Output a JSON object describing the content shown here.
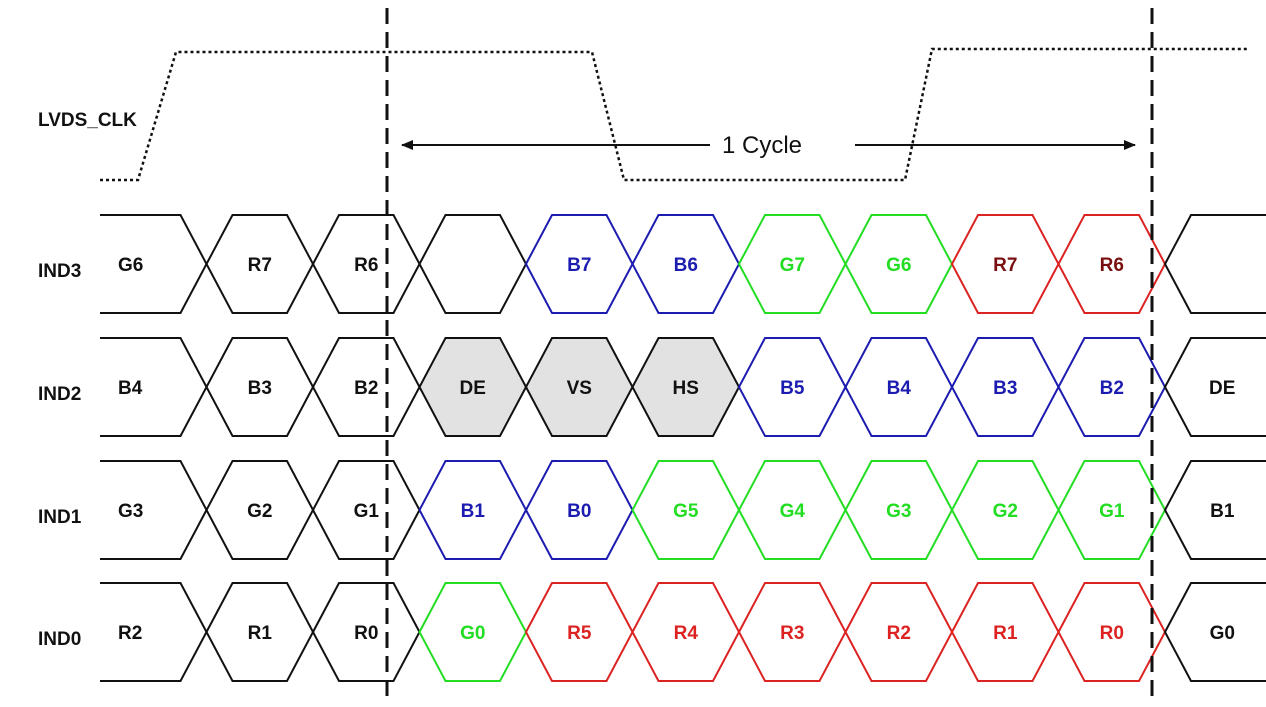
{
  "diagram": {
    "clock_label": "LVDS_CLK",
    "cycle_label": "1 Cycle",
    "colors": {
      "black": "#111111",
      "blue": "#1c1cb0",
      "green": "#22dd22",
      "red": "#dd2222",
      "dark_red": "#7a0f0f",
      "shaded_fill": "#e2e2e2"
    },
    "lanes": [
      {
        "name": "IND3",
        "cells": [
          {
            "text": "G6",
            "color": "black"
          },
          {
            "text": "R7",
            "color": "black"
          },
          {
            "text": "R6",
            "color": "black"
          },
          {
            "text": "",
            "color": "black"
          },
          {
            "text": "B7",
            "color": "blue"
          },
          {
            "text": "B6",
            "color": "blue"
          },
          {
            "text": "G7",
            "color": "green"
          },
          {
            "text": "G6",
            "color": "green"
          },
          {
            "text": "R7",
            "color": "red",
            "text_color": "dark_red"
          },
          {
            "text": "R6",
            "color": "red",
            "text_color": "dark_red"
          },
          {
            "text": "",
            "color": "black"
          }
        ]
      },
      {
        "name": "IND2",
        "cells": [
          {
            "text": "B4",
            "color": "black"
          },
          {
            "text": "B3",
            "color": "black"
          },
          {
            "text": "B2",
            "color": "black"
          },
          {
            "text": "DE",
            "color": "black",
            "shaded": true
          },
          {
            "text": "VS",
            "color": "black",
            "shaded": true
          },
          {
            "text": "HS",
            "color": "black",
            "shaded": true
          },
          {
            "text": "B5",
            "color": "blue"
          },
          {
            "text": "B4",
            "color": "blue"
          },
          {
            "text": "B3",
            "color": "blue"
          },
          {
            "text": "B2",
            "color": "blue"
          },
          {
            "text": "DE",
            "color": "black"
          }
        ]
      },
      {
        "name": "IND1",
        "cells": [
          {
            "text": "G3",
            "color": "black"
          },
          {
            "text": "G2",
            "color": "black"
          },
          {
            "text": "G1",
            "color": "black"
          },
          {
            "text": "B1",
            "color": "blue"
          },
          {
            "text": "B0",
            "color": "blue"
          },
          {
            "text": "G5",
            "color": "green"
          },
          {
            "text": "G4",
            "color": "green"
          },
          {
            "text": "G3",
            "color": "green"
          },
          {
            "text": "G2",
            "color": "green"
          },
          {
            "text": "G1",
            "color": "green"
          },
          {
            "text": "B1",
            "color": "black"
          }
        ]
      },
      {
        "name": "IND0",
        "cells": [
          {
            "text": "R2",
            "color": "black"
          },
          {
            "text": "R1",
            "color": "black"
          },
          {
            "text": "R0",
            "color": "black"
          },
          {
            "text": "G0",
            "color": "green"
          },
          {
            "text": "R5",
            "color": "red"
          },
          {
            "text": "R4",
            "color": "red"
          },
          {
            "text": "R3",
            "color": "red"
          },
          {
            "text": "R2",
            "color": "red"
          },
          {
            "text": "R1",
            "color": "red"
          },
          {
            "text": "R0",
            "color": "red"
          },
          {
            "text": "G0",
            "color": "black"
          }
        ]
      }
    ]
  }
}
